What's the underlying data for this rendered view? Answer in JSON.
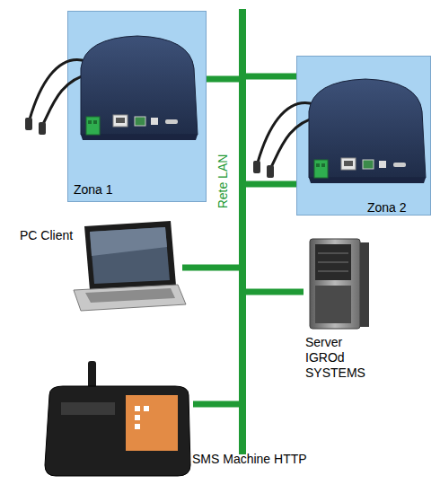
{
  "diagram": {
    "nodes": [
      {
        "text": [
          "Zona 1"
        ]
      },
      {
        "text": [
          "Rete LAN"
        ]
      },
      {
        "text": [
          "Zona 2"
        ]
      },
      {
        "text": [
          "PC Client"
        ]
      },
      {
        "text": [
          "Server IGROd SYSTEMS"
        ]
      },
      {
        "text": [
          "SMS Machine HTTP"
        ]
      }
    ],
    "edges": [
      {
        "from": 0,
        "to": 1,
        "arrow": "none"
      },
      {
        "from": 1,
        "to": 2,
        "arrow": "none"
      },
      {
        "from": 1,
        "to": 2,
        "arrow": "none"
      },
      {
        "from": 3,
        "to": 1,
        "arrow": "none"
      },
      {
        "from": 4,
        "to": 1,
        "arrow": "none"
      },
      {
        "from": 5,
        "to": 1,
        "arrow": "none"
      }
    ]
  }
}
